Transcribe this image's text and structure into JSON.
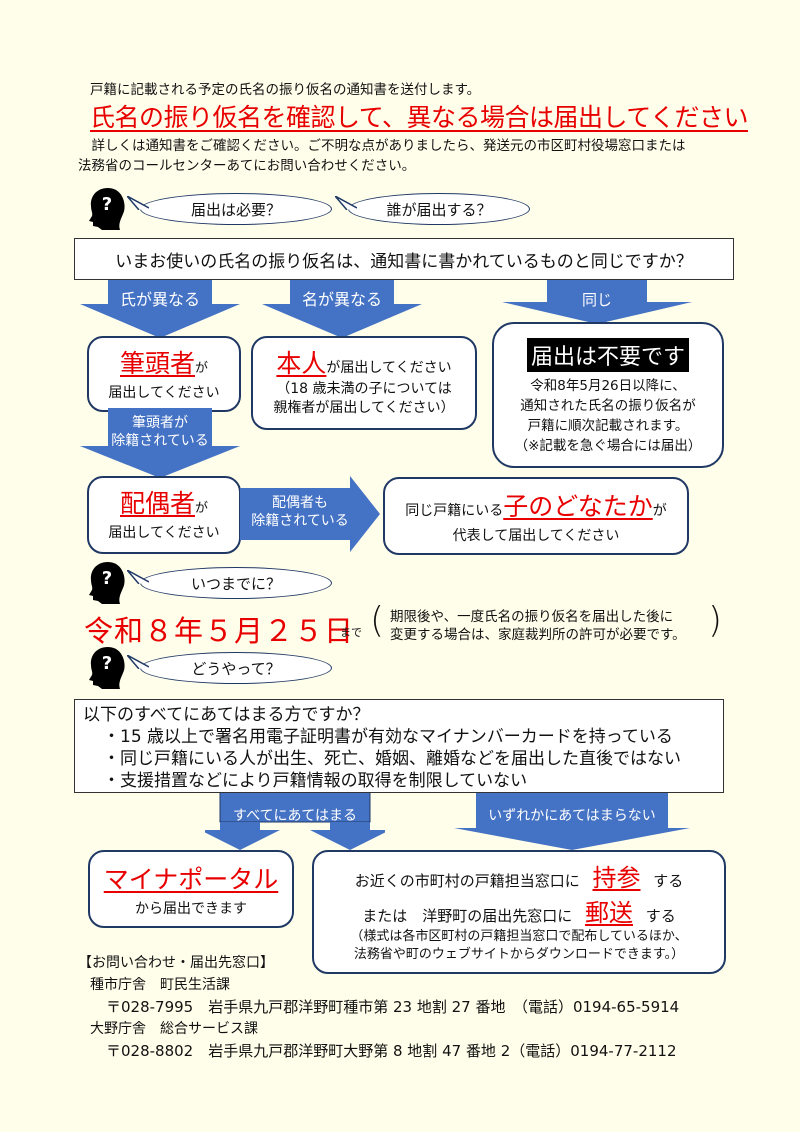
{
  "intro": {
    "line1": "戸籍に記載される予定の氏名の振り仮名の通知書を送付します。",
    "headline": "氏名の振り仮名を確認して、異なる場合は届出してください",
    "line2a": "　詳しくは通知書をご確認ください。ご不明な点がありましたら、発送元の市区町村役場窓口または",
    "line2b": "法務省のコールセンターあてにお問い合わせください。"
  },
  "section1": {
    "bubble1": "届出は必要？",
    "bubble2": "誰が届出する？",
    "question": "いまお使いの氏名の振り仮名は、通知書に書かれているものと同じですか？",
    "arrow_surname": "氏が異なる",
    "arrow_given": "名が異なる",
    "arrow_same": "同じ",
    "box_head_red": "筆頭者",
    "box_head_ga": "が",
    "box_head_line2": "届出してください",
    "arrow_head_removed_1": "筆頭者が",
    "arrow_head_removed_2": "除籍されている",
    "box_self_red": "本人",
    "box_self_rest": "が届出してください",
    "box_self_note1": "（18 歳未満の子については",
    "box_self_note2": "親権者が届出してください）",
    "box_none_title": "届出は不要です",
    "box_none_l1": "令和8年5月26日以降に、",
    "box_none_l2": "通知された氏名の振り仮名が",
    "box_none_l3": "戸籍に順次記載されます。",
    "box_none_l4": "（※記載を急ぐ場合には届出）",
    "box_spouse_red": "配偶者",
    "box_spouse_ga": "が",
    "box_spouse_line2": "届出してください",
    "arrow_spouse_removed_1": "配偶者も",
    "arrow_spouse_removed_2": "除籍されている",
    "box_child_pre": "同じ戸籍にいる",
    "box_child_red": "子のどなたか",
    "box_child_ga": "が",
    "box_child_line2": "代表して届出してください"
  },
  "section2": {
    "bubble": "いつまでに？",
    "deadline": "令和８年５月２５日",
    "made": "まで",
    "note1": "期限後や、一度氏名の振り仮名を届出した後に",
    "note2": "変更する場合は、家庭裁判所の許可が必要です。"
  },
  "section3": {
    "bubble": "どうやって？",
    "q_title": "以下のすべてにあてはまる方ですか？",
    "q_items": [
      "・15 歳以上で署名用電子証明書が有効なマイナンバーカードを持っている",
      "・同じ戸籍にいる人が出生、死亡、婚姻、離婚などを届出した直後ではない",
      "・支援措置などにより戸籍情報の取得を制限していない"
    ],
    "arrow_all": "すべてにあてはまる",
    "arrow_any": "いずれかにあてはまらない",
    "portal_red": "マイナポータル",
    "portal_line2": "から届出できます",
    "window_l1_pre": "お近くの市町村の戸籍担当窓口に",
    "window_l1_red": "持参",
    "window_l1_post": "する",
    "window_l2_pre": "または　洋野町の届出先窓口に",
    "window_l2_red": "郵送",
    "window_l2_post": "する",
    "window_note1": "（様式は各市区町村の戸籍担当窓口で配布しているほか、",
    "window_note2": "法務省や町のウェブサイトからダウンロードできます。）"
  },
  "contact": {
    "title": "【お問い合わせ・届出先窓口】",
    "office1_name": "種市庁舎　町民生活課",
    "office1_addr": "〒028-7995　岩手県九戸郡洋野町種市第 23 地割 27 番地　（電話）0194-65-5914",
    "office2_name": "大野庁舎　総合サービス課",
    "office2_addr": "〒028-8802　岩手県九戸郡洋野町大野第 8 地割 47 番地 2（電話）0194-77-2112"
  },
  "colors": {
    "background": "#FFFEEB",
    "accent_red": "#E80000",
    "arrow_blue": "#4472C4",
    "border_navy": "#1F3864"
  }
}
